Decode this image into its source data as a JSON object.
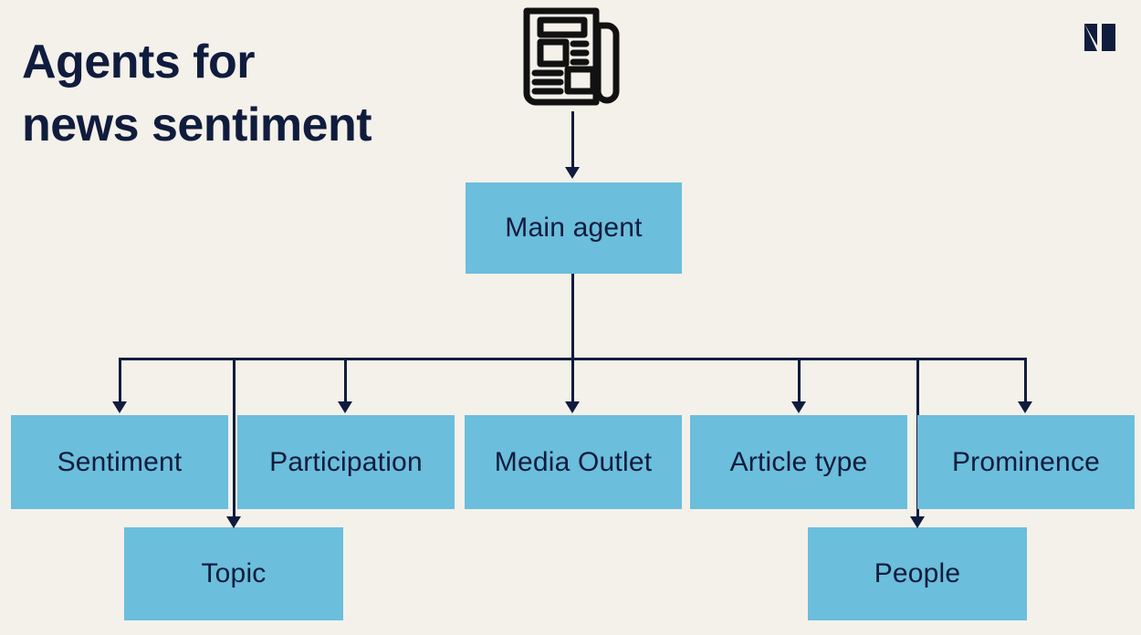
{
  "slide": {
    "background_color": "#F4F1EA",
    "title": "Agents for\nnews sentiment",
    "title_color": "#101C3D",
    "node_color": "#6BBEDC",
    "connector_color": "#101C3D",
    "logo_name": "N"
  },
  "source": {
    "icon": "newspaper-icon",
    "label": ""
  },
  "diagram": {
    "type": "tree",
    "root": {
      "id": "main-agent",
      "label": "Main agent"
    },
    "children": [
      {
        "id": "sentiment",
        "label": "Sentiment"
      },
      {
        "id": "participation",
        "label": "Participation"
      },
      {
        "id": "media-outlet",
        "label": "Media Outlet"
      },
      {
        "id": "article-type",
        "label": "Article type"
      },
      {
        "id": "prominence",
        "label": "Prominence"
      }
    ],
    "grandchildren": [
      {
        "id": "topic",
        "label": "Topic"
      },
      {
        "id": "people",
        "label": "People"
      }
    ]
  }
}
